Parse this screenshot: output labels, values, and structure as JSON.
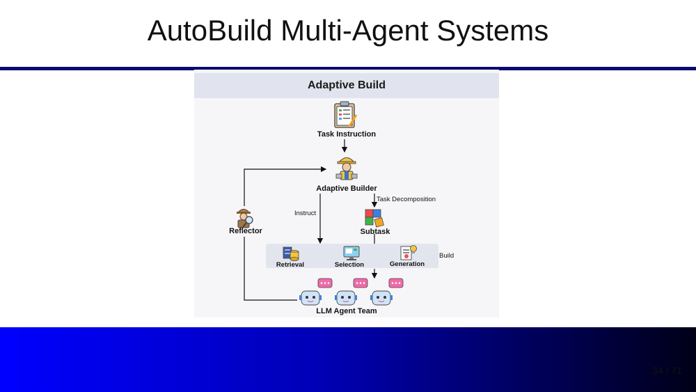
{
  "slide": {
    "title": "AutoBuild Multi-Agent Systems",
    "page_number": "34 / 71"
  },
  "diagram": {
    "header": "Adaptive Build",
    "nodes": {
      "task_instruction": "Task Instruction",
      "adaptive_builder": "Adaptive Builder",
      "reflector": "Reflector",
      "subtask": "Subtask",
      "retrieval": "Retrieval",
      "selection": "Selection",
      "generation": "Generation",
      "llm_agent_team": "LLM Agent Team"
    },
    "edge_labels": {
      "task_decomposition": "Task Decomposition",
      "instruct": "Instruct",
      "build": "Build"
    },
    "icons": {
      "task_instruction": "clipboard-checklist-icon",
      "adaptive_builder": "builder-worker-icon",
      "reflector": "detective-magnifier-icon",
      "subtask": "puzzle-pieces-icon",
      "retrieval": "database-icon",
      "selection": "monitor-icon",
      "generation": "document-bulb-icon",
      "agent": "robot-chat-icon"
    }
  }
}
